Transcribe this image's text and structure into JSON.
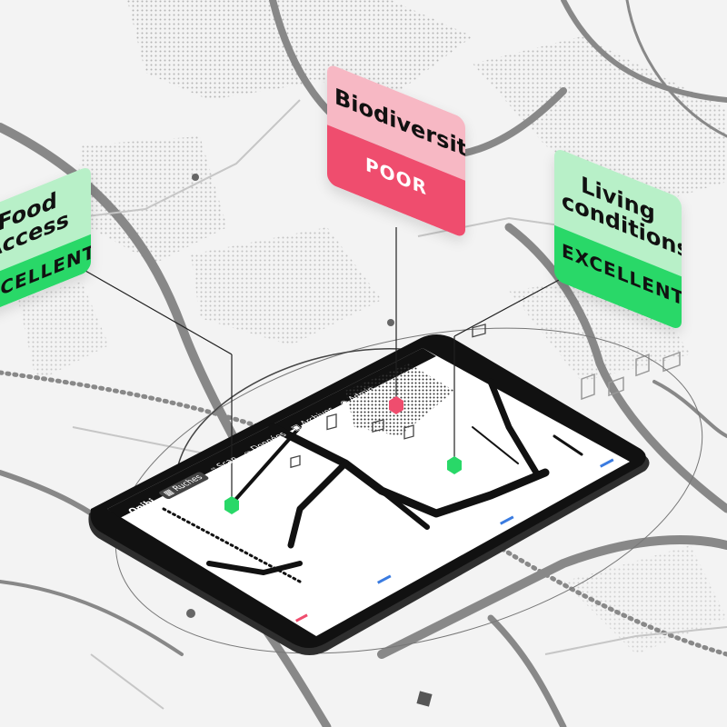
{
  "cards": {
    "food": {
      "title_line1": "Food",
      "title_line2": "Access",
      "rating": "EXCELLENT",
      "color": "#29d868"
    },
    "bio": {
      "title": "Biodiversity",
      "rating": "POOR",
      "color": "#ef4d6e"
    },
    "living": {
      "title_line1": "Living",
      "title_line2": "conditions",
      "rating": "EXCELLENT",
      "color": "#29d868"
    }
  },
  "app": {
    "logo": "Onibi",
    "nav": [
      {
        "label": "Ruches",
        "icon": "grid-icon"
      },
      {
        "label": "Scan",
        "icon": "scan-icon"
      },
      {
        "label": "Données",
        "icon": "chart-icon"
      },
      {
        "label": "Archives",
        "icon": "archive-icon"
      },
      {
        "label": "Admin",
        "icon": "user-icon"
      }
    ]
  },
  "colors": {
    "accent_green": "#29d868",
    "accent_red": "#ef4d6e",
    "tablet": "#1a1a1a"
  }
}
